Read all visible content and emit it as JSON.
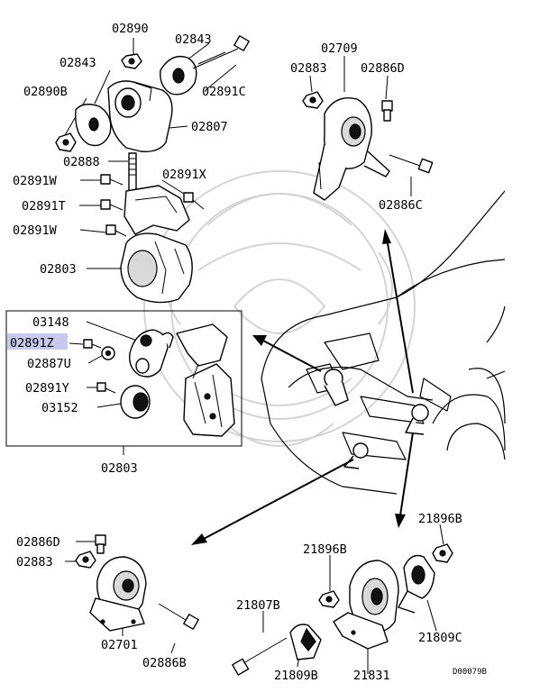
{
  "colors": {
    "line": "#000000",
    "highlight_box": "#c9c9ee",
    "watermark": "#d4d4d4",
    "background": "#ffffff"
  },
  "labels": {
    "top_left": {
      "p02890": "02890",
      "p02843_right": "02843",
      "p02843_left": "02843",
      "p02890b": "02890B",
      "p02891c": "02891C",
      "p02807": "02807",
      "p02888": "02888",
      "p02891w_top": "02891W",
      "p02891x": "02891X",
      "p02891t": "02891T",
      "p02891w_bottom": "02891W",
      "p02803_top": "02803"
    },
    "detail_box": {
      "p03148": "03148",
      "p02891z": "02891Z",
      "p02887u": "02887U",
      "p02891y": "02891Y",
      "p03152": "03152",
      "p02803_below": "02803"
    },
    "top_right": {
      "p02709": "02709",
      "p02883": "02883",
      "p02886d": "02886D",
      "p02886c": "02886C"
    },
    "bottom_left": {
      "p02886d": "02886D",
      "p02883": "02883",
      "p02701": "02701",
      "p02886b": "02886B"
    },
    "bottom_right": {
      "p21896b_right": "21896B",
      "p21896b_left": "21896B",
      "p21807b": "21807B",
      "p21809c": "21809C",
      "p21809b": "21809B",
      "p21831": "21831"
    },
    "diagram_code": "D00079B"
  }
}
